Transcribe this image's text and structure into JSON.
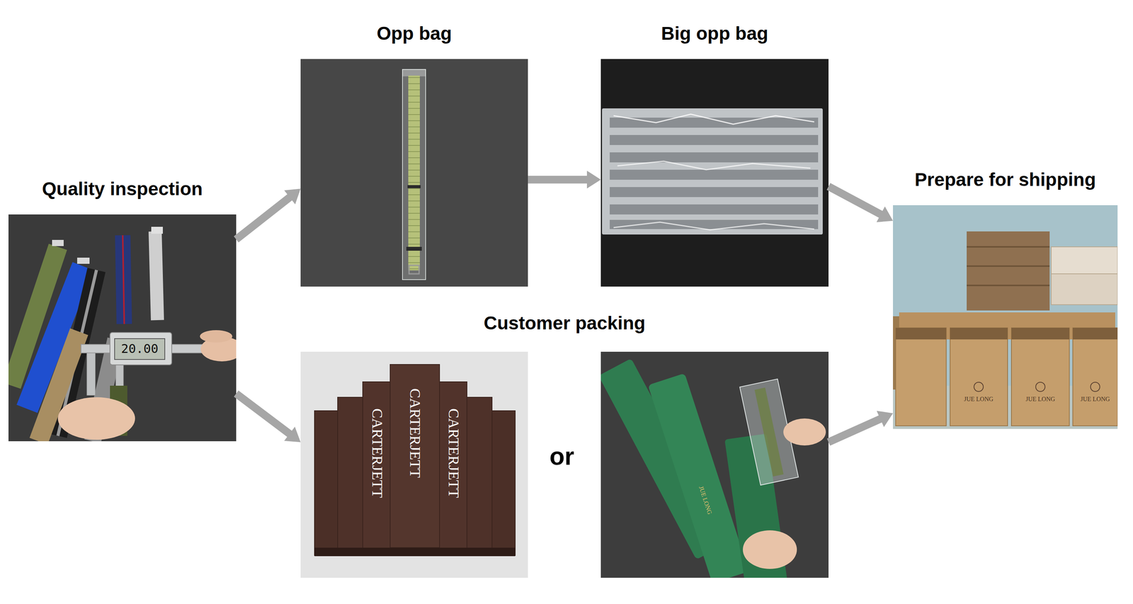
{
  "diagram": {
    "nodes": [
      {
        "text": [
          "Quality inspection",
          "20.00"
        ]
      },
      {
        "text": [
          "Opp bag"
        ]
      },
      {
        "text": [
          "Big opp bag"
        ]
      },
      {
        "text": [
          "Prepare for shipping",
          "JUE LONG",
          "JUE LONG",
          "JUE LONG"
        ]
      },
      {
        "text": [
          "Customer packing"
        ]
      },
      {
        "text": [
          "CARTERJETT",
          "CARTERJETT",
          "CARTERJETT"
        ],
        "in": 4
      },
      {
        "text": [
          "JUE LONG"
        ],
        "in": 4
      }
    ],
    "edges": [
      {
        "from": 0,
        "to": 1,
        "arrow": "to"
      },
      {
        "from": 1,
        "to": 2,
        "arrow": "to"
      },
      {
        "from": 2,
        "to": 3,
        "arrow": "to"
      },
      {
        "from": 0,
        "to": 5,
        "arrow": "to"
      },
      {
        "from": 6,
        "to": 3,
        "arrow": "to"
      }
    ],
    "labels": [
      "or"
    ]
  }
}
